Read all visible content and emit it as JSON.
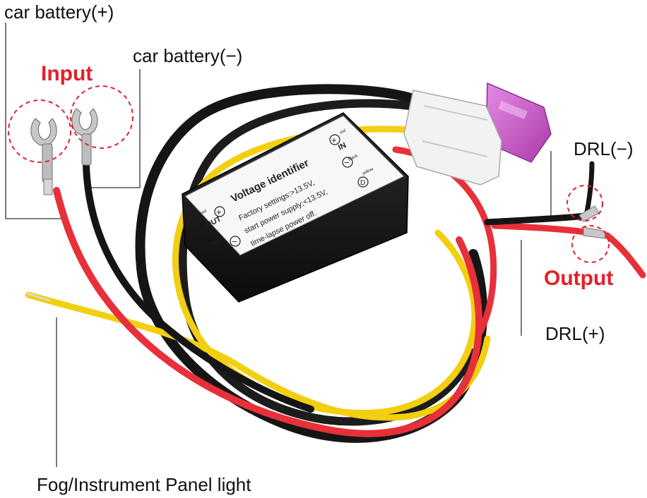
{
  "labels": {
    "car_battery_pos": "car battery(+)",
    "car_battery_neg": "car battery(−)",
    "input": "Input",
    "drl_neg": "DRL(−)",
    "output": "Output",
    "drl_pos": "DRL(+)",
    "fog": "Fog/Instrument Panel light"
  },
  "module": {
    "title": "Voltage identifier",
    "line1": "Factory settings:>13.5V,",
    "line2": "start power supply;<13.5V,",
    "line3": "time-lapse power off.",
    "out_label": "OUT",
    "in_label": "IN",
    "red_small": "red",
    "black_small": "black",
    "yellow_small": "yellow",
    "plus": "+",
    "minus": "−",
    "d": "D"
  },
  "colors": {
    "annotation_red": "#e2202a",
    "wire_red": "#e8303a",
    "wire_black": "#151515",
    "wire_yellow": "#f2cf10",
    "fuse_purple": "#c24fc2",
    "connector_white": "#f2f2f2"
  }
}
